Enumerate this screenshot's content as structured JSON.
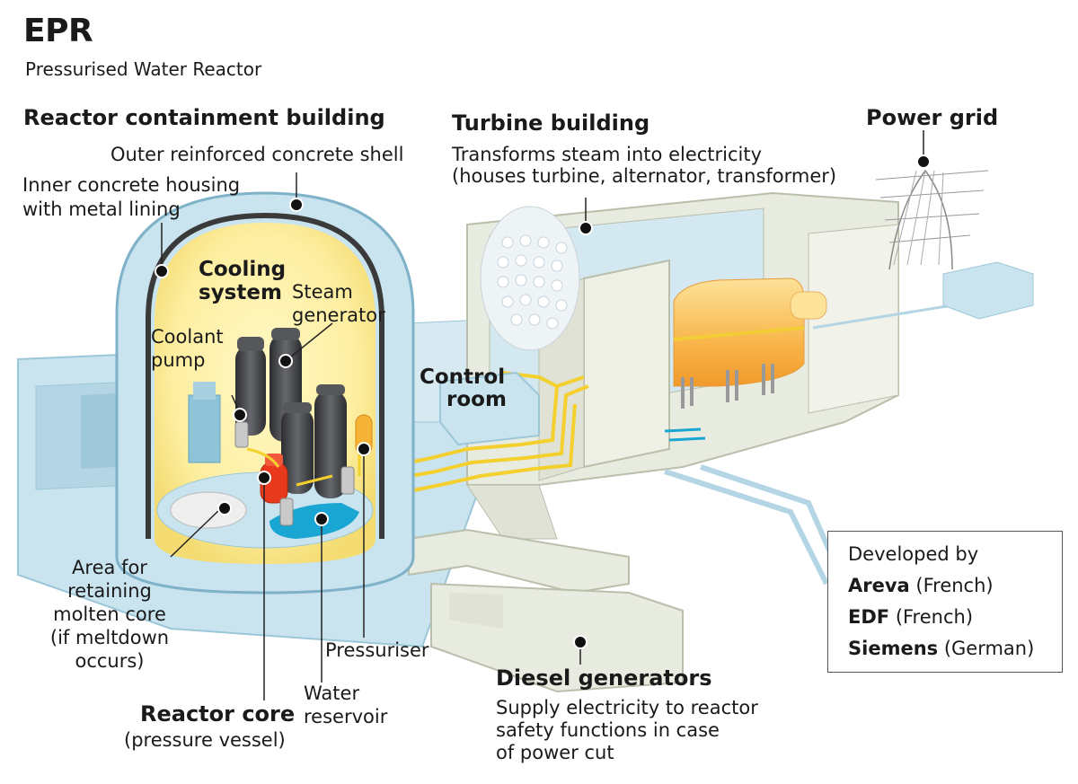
{
  "title": "EPR",
  "subtitle": "Pressurised Water Reactor",
  "headings": {
    "containment": "Reactor containment building",
    "turbine": "Turbine building",
    "grid": "Power grid",
    "control_room": [
      "Control",
      "room"
    ],
    "diesel": "Diesel generators",
    "core": "Reactor core",
    "cooling": [
      "Cooling",
      "system"
    ]
  },
  "labels": {
    "outer_shell": "Outer reinforced concrete shell",
    "inner_housing": [
      "Inner concrete housing",
      "with metal lining"
    ],
    "turbine_desc": [
      "Transforms steam into electricity",
      "(houses turbine, alternator, transformer)"
    ],
    "steam_generator": [
      "Steam",
      "generator"
    ],
    "coolant_pump": [
      "Coolant",
      "pump"
    ],
    "area_molten": [
      "Area for",
      "retaining",
      "molten core",
      "(if meltdown",
      "occurs)"
    ],
    "pressuriser": "Pressuriser",
    "water_reservoir": [
      "Water",
      "reservoir"
    ],
    "core_sub": "(pressure vessel)",
    "diesel_desc": [
      "Supply electricity to reactor",
      "safety functions in case",
      "of power cut"
    ]
  },
  "developers": {
    "heading": "Developed by",
    "items": [
      {
        "name": "Areva",
        "country": "(French)"
      },
      {
        "name": "EDF",
        "country": "(French)"
      },
      {
        "name": "Siemens",
        "country": "(German)"
      }
    ]
  },
  "colors": {
    "building_blue": "#c9e4ef",
    "building_edge": "#9cc7d8",
    "inner_glow": "#fdeea0",
    "wall": "#e8ebdf",
    "pipe": "#f4d02e",
    "generator": "#f8b54a",
    "vessel": "#3e3f42",
    "core_red": "#e8391d",
    "reservoir": "#1aa6d3"
  }
}
